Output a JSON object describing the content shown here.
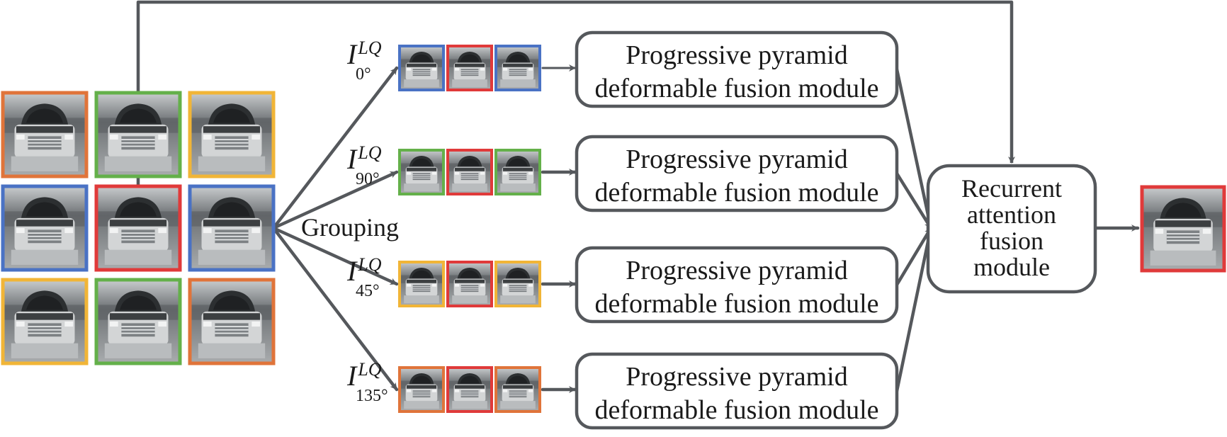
{
  "colors": {
    "line": "#55585c",
    "orange": "#e0743a",
    "green": "#64b04a",
    "yellow": "#f1b537",
    "blue": "#4a72c4",
    "red": "#e03a3a",
    "frame_bg": "#8a8d90"
  },
  "grid_frames": [
    [
      "orange",
      "green",
      "yellow"
    ],
    [
      "blue",
      "red",
      "blue"
    ],
    [
      "yellow",
      "green",
      "orange"
    ]
  ],
  "grouping_label": "Grouping",
  "groups": [
    {
      "symbol": "I",
      "superscript": "LQ",
      "subscript": "0°",
      "frames": [
        "blue",
        "red",
        "blue"
      ],
      "module_line1": "Progressive pyramid",
      "module_line2": "deformable fusion module"
    },
    {
      "symbol": "I",
      "superscript": "LQ",
      "subscript": "90°",
      "frames": [
        "green",
        "red",
        "green"
      ],
      "module_line1": "Progressive pyramid",
      "module_line2": "deformable fusion module"
    },
    {
      "symbol": "I",
      "superscript": "LQ",
      "subscript": "45°",
      "frames": [
        "yellow",
        "red",
        "yellow"
      ],
      "module_line1": "Progressive pyramid",
      "module_line2": "deformable fusion module"
    },
    {
      "symbol": "I",
      "superscript": "LQ",
      "subscript": "135°",
      "frames": [
        "orange",
        "red",
        "orange"
      ],
      "module_line1": "Progressive pyramid",
      "module_line2": "deformable fusion module"
    }
  ],
  "fusion_module": {
    "lines": [
      "Recurrent",
      "attention",
      "fusion",
      "module"
    ]
  },
  "output_frame": "red"
}
